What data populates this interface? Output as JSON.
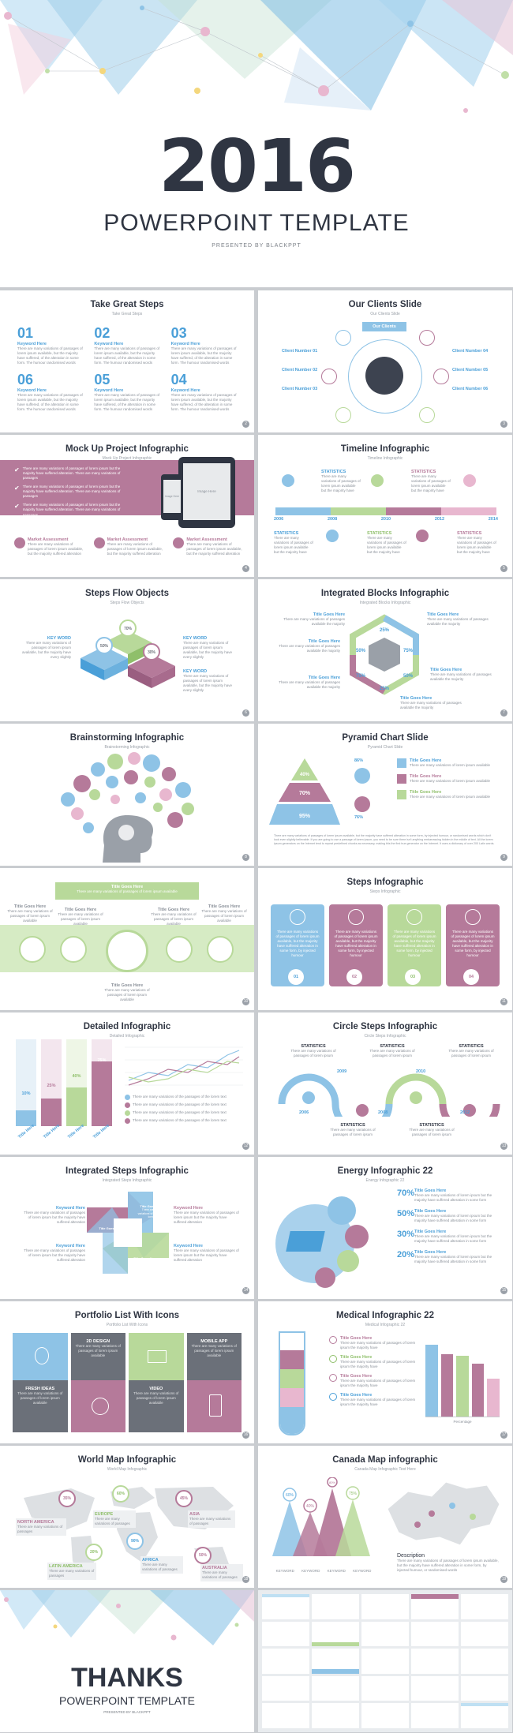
{
  "colors": {
    "blue": "#8ec3e6",
    "darkblue": "#4a9fd8",
    "pink": "#b57a9a",
    "green": "#b8d99a",
    "navy": "#2f3542",
    "gray": "#7a7f86"
  },
  "cover": {
    "year": "2016",
    "title": "POWERPOINT TEMPLATE",
    "presented": "PRESENTED BY BLACKPPT"
  },
  "slides": {
    "s1": {
      "title": "Take Great Steps",
      "sub": "Take Great Steps",
      "num": "2",
      "steps": [
        {
          "n": "01",
          "h": "Keyword Here",
          "t": "There are many variations of passages of lorem ipsum available, but the majority have suffered, of the alteration in some form. The humour randomised words"
        },
        {
          "n": "02",
          "h": "Keyword Here",
          "t": "There are many variations of passages of lorem ipsum available, but the majority have suffered, of the alteration in some form. The humour randomised words"
        },
        {
          "n": "03",
          "h": "Keyword Here",
          "t": "There are many variations of passages of lorem ipsum available, but the majority have suffered, of the alteration in some form. The humour randomised words"
        },
        {
          "n": "06",
          "h": "Keyword Here",
          "t": "There are many variations of passages of lorem ipsum available, but the majority have suffered, of the alteration in some form. The humour randomised words"
        },
        {
          "n": "05",
          "h": "Keyword Here",
          "t": "There are many variations of passages of lorem ipsum available, but the majority have suffered, of the alteration in some form. The humour randomised words"
        },
        {
          "n": "04",
          "h": "Keyword Here",
          "t": "There are many variations of passages of lorem ipsum available, but the majority have suffered, of the alteration in some form. The humour randomised words"
        }
      ]
    },
    "s2": {
      "title": "Our Clients Slide",
      "sub": "Our Clients Slide",
      "num": "3",
      "center": "Our Clients",
      "left": [
        "Client Number 01",
        "Client Number 02",
        "Client Number 03"
      ],
      "right": [
        "Client Number 04",
        "Client Number 05",
        "Client Number 06"
      ]
    },
    "s3": {
      "title": "Mock Up Project Infographic",
      "sub": "Mock Up Project Infographic",
      "num": "4",
      "checks": [
        "There are many variations of passages of lorem ipsum but the majority have suffered alteration. There are many variations of passages",
        "There are many variations of passages of lorem ipsum but the majority have suffered alteration. There are many variations of passages",
        "There are many variations of passages of lorem ipsum but the majority have suffered alteration. There are many variations of passages"
      ],
      "tablet": "Image Here",
      "phone": "Image Here",
      "markets": [
        {
          "h": "Market Assessment",
          "t": "There are many variations of passages of lorem ipsum available, but the majority suffered alteration"
        },
        {
          "h": "Market Assessment",
          "t": "There are many variations of passages of lorem ipsum available, but the majority suffered alteration"
        },
        {
          "h": "Market Assessment",
          "t": "There are many variations of passages of lorem ipsum available, but the majority suffered alteration"
        }
      ]
    },
    "s4": {
      "title": "Timeline Infographic",
      "sub": "Timeline Infographic",
      "num": "5",
      "years": [
        "2006",
        "2008",
        "2010",
        "2012",
        "2014"
      ],
      "stat": "STATISTICS",
      "stat_text": "There are many variations of passages of lorem ipsum available but the majority have"
    },
    "s5": {
      "title": "Steps Flow Objects",
      "sub": "Steps Flow Objects",
      "num": "6",
      "kw": "KEY WORD",
      "kw_text": "There are many variations of passages of lorem ipsum available, but the majority have every slightly",
      "pcts": [
        "70%",
        "50%",
        "30%"
      ]
    },
    "s6": {
      "title": "Integrated Blocks Infographic",
      "sub": "Integrated Blocks Infographic",
      "num": "7",
      "item": "Title Goes Here",
      "item_text": "There are many variations of passages available the majority",
      "pcts": [
        "25%",
        "75%",
        "50%",
        "25%",
        "75%",
        "50%"
      ]
    },
    "s7": {
      "title": "Brainstorming Infographic",
      "sub": "Brainstorming Infographic",
      "num": "8"
    },
    "s8": {
      "title": "Pyramid Chart Slide",
      "sub": "Pyramid Chart Slide",
      "num": "9",
      "levels": [
        "40%",
        "70%",
        "95%"
      ],
      "people": [
        "86%",
        "76%"
      ],
      "item": "Title Goes Here",
      "item_text": "There are many variations of lorem ipsum available",
      "foot": "There are many variations of passages of lorem ipsum available, but the majority have suffered alteration in some form, by injected humour, or randomised words which don't look even slightly believable. If you are going to use a passage of lorem ipsum, you need to be sure there isn't anything embarrassing hidden in the middle of text. All the lorem ipsum generators on the Internet tend to repeat predefined chunks as necessary, making this the first true generator on the Internet. It uses a dictionary of over 200 Latin words."
    },
    "s9": {
      "num": "10",
      "item": "Title Goes Here",
      "item_text": "There are many variations of passages of lorem ipsum available"
    },
    "s10": {
      "title": "Steps Infographic",
      "sub": "Steps Infographic",
      "num": "11",
      "card_text": "There are many variations of passages of lorem ipsum available, but the majority have suffered alteration in some form, by injected humour",
      "nums": [
        "01",
        "02",
        "03",
        "04"
      ]
    },
    "s11": {
      "title": "Detailed Infographic",
      "sub": "Detailed Infographic",
      "num": "12",
      "bars": [
        {
          "v": "10%",
          "l": "Title Here"
        },
        {
          "v": "25%",
          "l": "Title Here"
        },
        {
          "v": "40%",
          "l": "Title Here"
        },
        {
          "v": "75%",
          "l": "Title Here"
        }
      ],
      "line_note": "There are many variations of the passages of the lorem text"
    },
    "s12": {
      "title": "Circle Steps Infographic",
      "sub": "Circle Steps Infographic",
      "num": "13",
      "years_top": [
        "2009",
        "2010"
      ],
      "years_bot": [
        "2006",
        "2008",
        "2012"
      ],
      "stat": "STATISTICS",
      "stat_text": "There are many variations of passages of lorem ipsum"
    },
    "s13": {
      "title": "Integrated Steps Infographic",
      "sub": "Integrated Steps Infographic",
      "num": "14",
      "kw": "Keyword Here",
      "kw_text": "There are many variations of passages of lorem ipsum but the majority have suffered alteration",
      "inner": "Title Goes Here",
      "inner_text": "There are many variations of passages lorem"
    },
    "s14": {
      "title": "Energy Infographic 22",
      "sub": "Energy Infographic 22",
      "num": "15",
      "pcts": [
        "70%",
        "50%",
        "30%",
        "20%"
      ],
      "item": "Title Goes Here",
      "item_text": "There are many variations of lorem ipsum but the majority have suffered alteration in some form"
    },
    "s15": {
      "title": "Portfolio List With Icons",
      "sub": "Portfolio List With Icons",
      "num": "16",
      "cards": [
        {
          "h": "FRESH IDEAS",
          "t": "There are many variations of passages of lorem ipsum available"
        },
        {
          "h": "2D DESIGN",
          "t": "There are many variations of passages of lorem ipsum available"
        },
        {
          "h": "VIDEO",
          "t": "There are many variations of passages of lorem ipsum available"
        },
        {
          "h": "MOBILE APP",
          "t": "There are many variations of passages of lorem ipsum available"
        }
      ]
    },
    "s16": {
      "title": "Medical Infographic 22",
      "sub": "Medical Infographic 22",
      "num": "17",
      "item": "Title Goes Here",
      "item_text": "There are many variations of passages of lorem ipsum the majority have",
      "bar_label": "Percentage"
    },
    "s17": {
      "title": "World Map Infographic",
      "sub": "World Map Infographic",
      "num": "18",
      "regions": [
        {
          "n": "NORTH AMERICA",
          "p": "35%"
        },
        {
          "n": "EUROPE",
          "p": "60%"
        },
        {
          "n": "ASIA",
          "p": "45%"
        },
        {
          "n": "LATIN AMERICA",
          "p": "20%"
        },
        {
          "n": "AFRICA",
          "p": "90%"
        },
        {
          "n": "AUSTRALIA",
          "p": "50%"
        }
      ],
      "region_text": "There are many variations of passages"
    },
    "s18": {
      "title": "Canada Map infographic",
      "sub": "Canada Map Infographic Text Here",
      "num": "19",
      "pcts": [
        "60%",
        "40%",
        "80%",
        "75%"
      ],
      "kw": "KEYWORD",
      "desc_h": "Description",
      "desc": "There are many variations of passages of lorem ipsum available, but the majority have suffered alteration in some form, by injected humour, or randomised words"
    },
    "thanks": {
      "title": "THANKS",
      "sub": "POWERPOINT TEMPLATE",
      "presented": "PRESENTED BY BLACKPPT"
    }
  }
}
